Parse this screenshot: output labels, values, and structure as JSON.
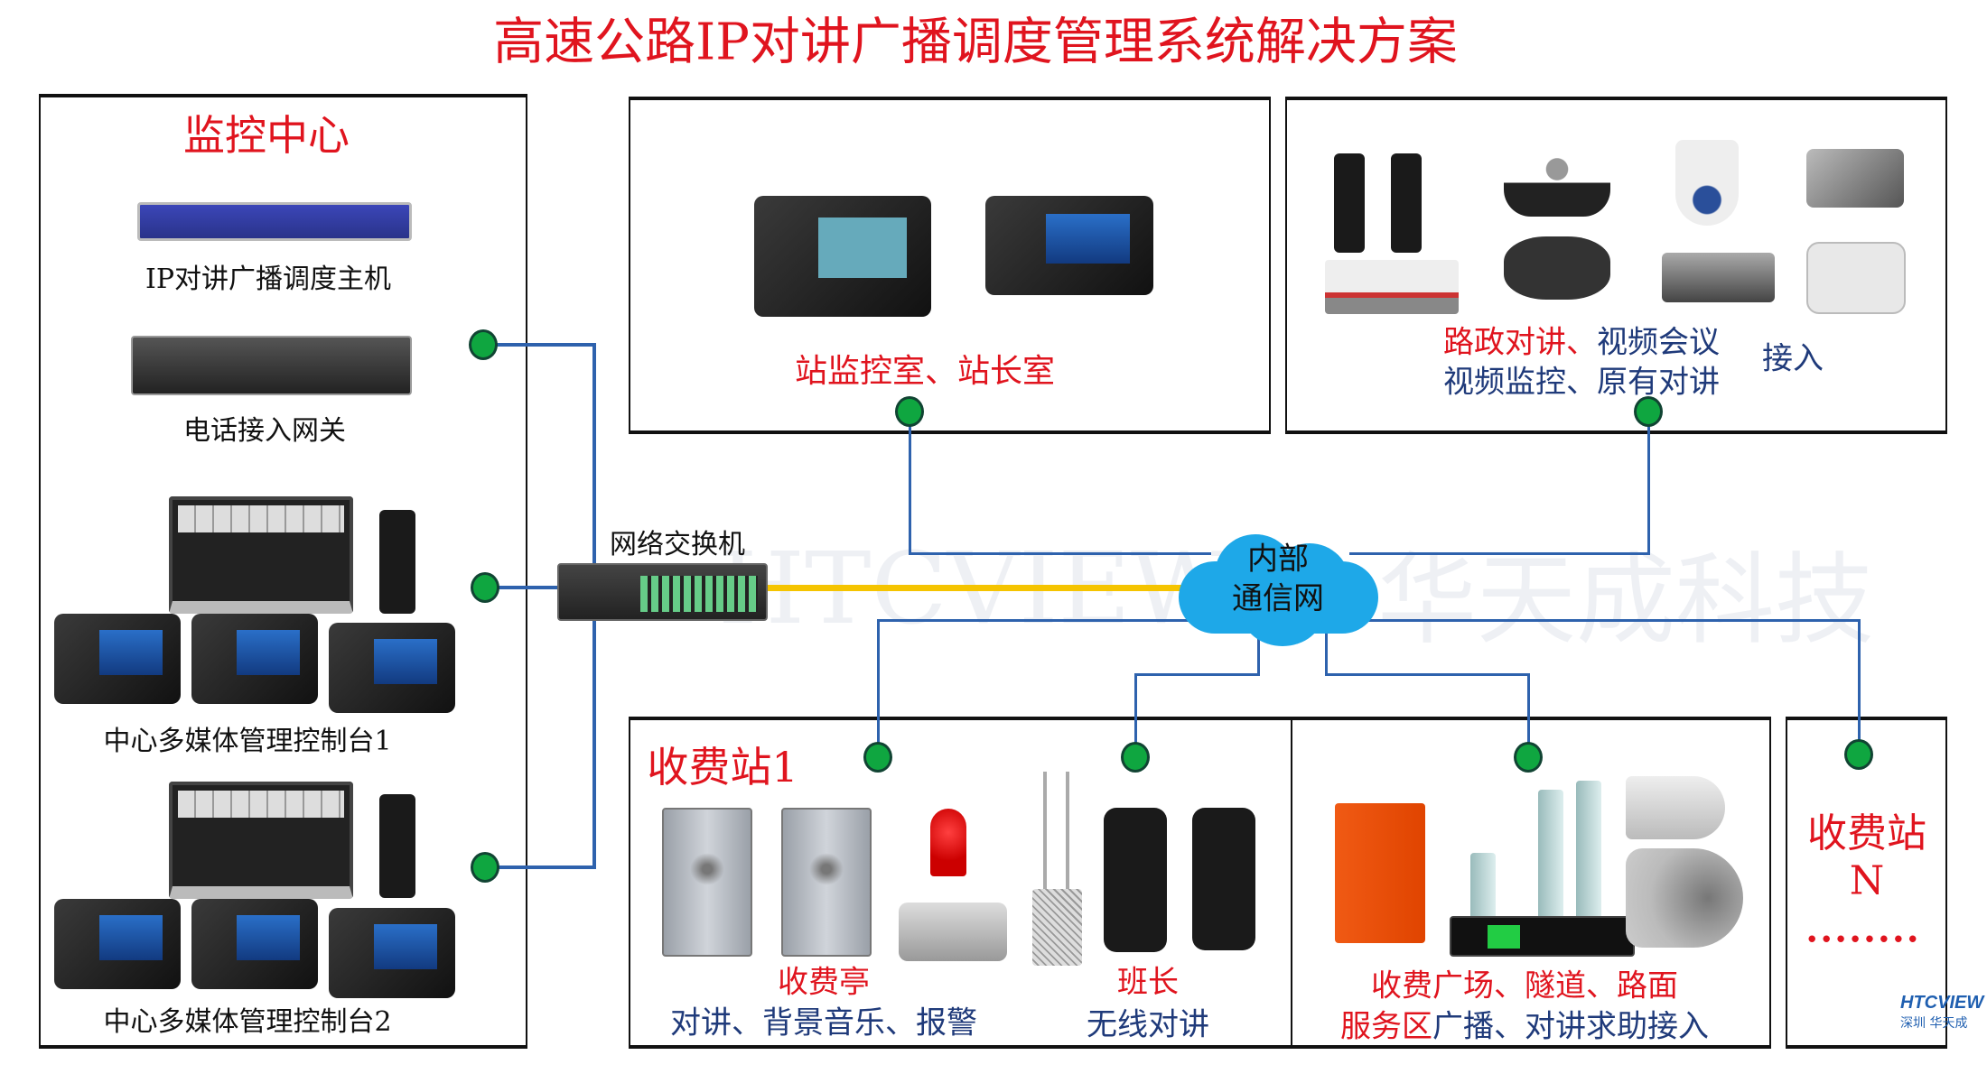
{
  "title": "高速公路IP对讲广播调度管理系统解决方案",
  "monitor_center": {
    "heading": "监控中心",
    "host_label": "IP对讲广播调度主机",
    "gateway_label": "电话接入网关",
    "console1_label": "中心多媒体管理控制台1",
    "console2_label": "中心多媒体管理控制台2"
  },
  "switch_label": "网络交换机",
  "cloud": {
    "line1": "内部",
    "line2": "通信网"
  },
  "watermark": {
    "left": "HTCVIEW",
    "right": "华天成科技"
  },
  "station_office": {
    "label": "站监控室、站长室"
  },
  "access": {
    "line1_red": "路政对讲、",
    "line1_blue": "视频会议",
    "line2": "视频监控、原有对讲",
    "suffix": "接入"
  },
  "toll_station1": {
    "heading": "收费站1",
    "booth_title": "收费亭",
    "booth_desc": "对讲、背景音乐、报警",
    "leader_title": "班长",
    "leader_desc": "无线对讲",
    "plaza_title": "收费广场、隧道、路面",
    "plaza_desc_red": "服务区",
    "plaza_desc_blue": "广播、对讲求助接入"
  },
  "toll_stationN": {
    "line1": "收费站",
    "line2": "N",
    "dots": "........"
  },
  "logo": {
    "brand": "HTCVIEW",
    "sub": "深圳 华天成"
  },
  "colors": {
    "title": "#e0141e",
    "text_blue": "#1f3a7a",
    "link_line": "#2e62ad",
    "trunk_line": "#f5c400",
    "node": "#0fa640",
    "cloud": "#1ea8e8"
  }
}
